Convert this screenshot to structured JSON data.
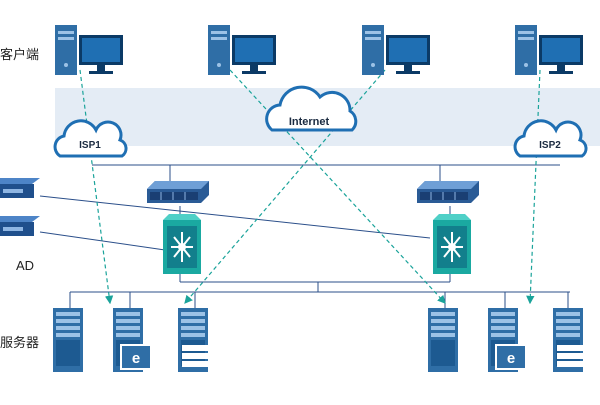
{
  "labels": {
    "clients": "客户端",
    "internet": "Internet",
    "isp1": "ISP1",
    "isp2": "ISP2",
    "ad": "AD",
    "servers": "服务器"
  },
  "colors": {
    "monitor_dark": "#0b3a66",
    "monitor_screen": "#1f6fb3",
    "tower": "#2f6ea6",
    "switch_teal": "#1aa9a1",
    "dashed_arrow": "#1aa39a",
    "solid_line": "#2b4f8a",
    "band": "#e4ecf5"
  },
  "icons": [
    "desktop-computer-icon",
    "cloud-icon",
    "firewall-icon",
    "core-switch-icon",
    "ad-device-icon",
    "server-icon",
    "web-server-icon",
    "storage-server-icon"
  ]
}
